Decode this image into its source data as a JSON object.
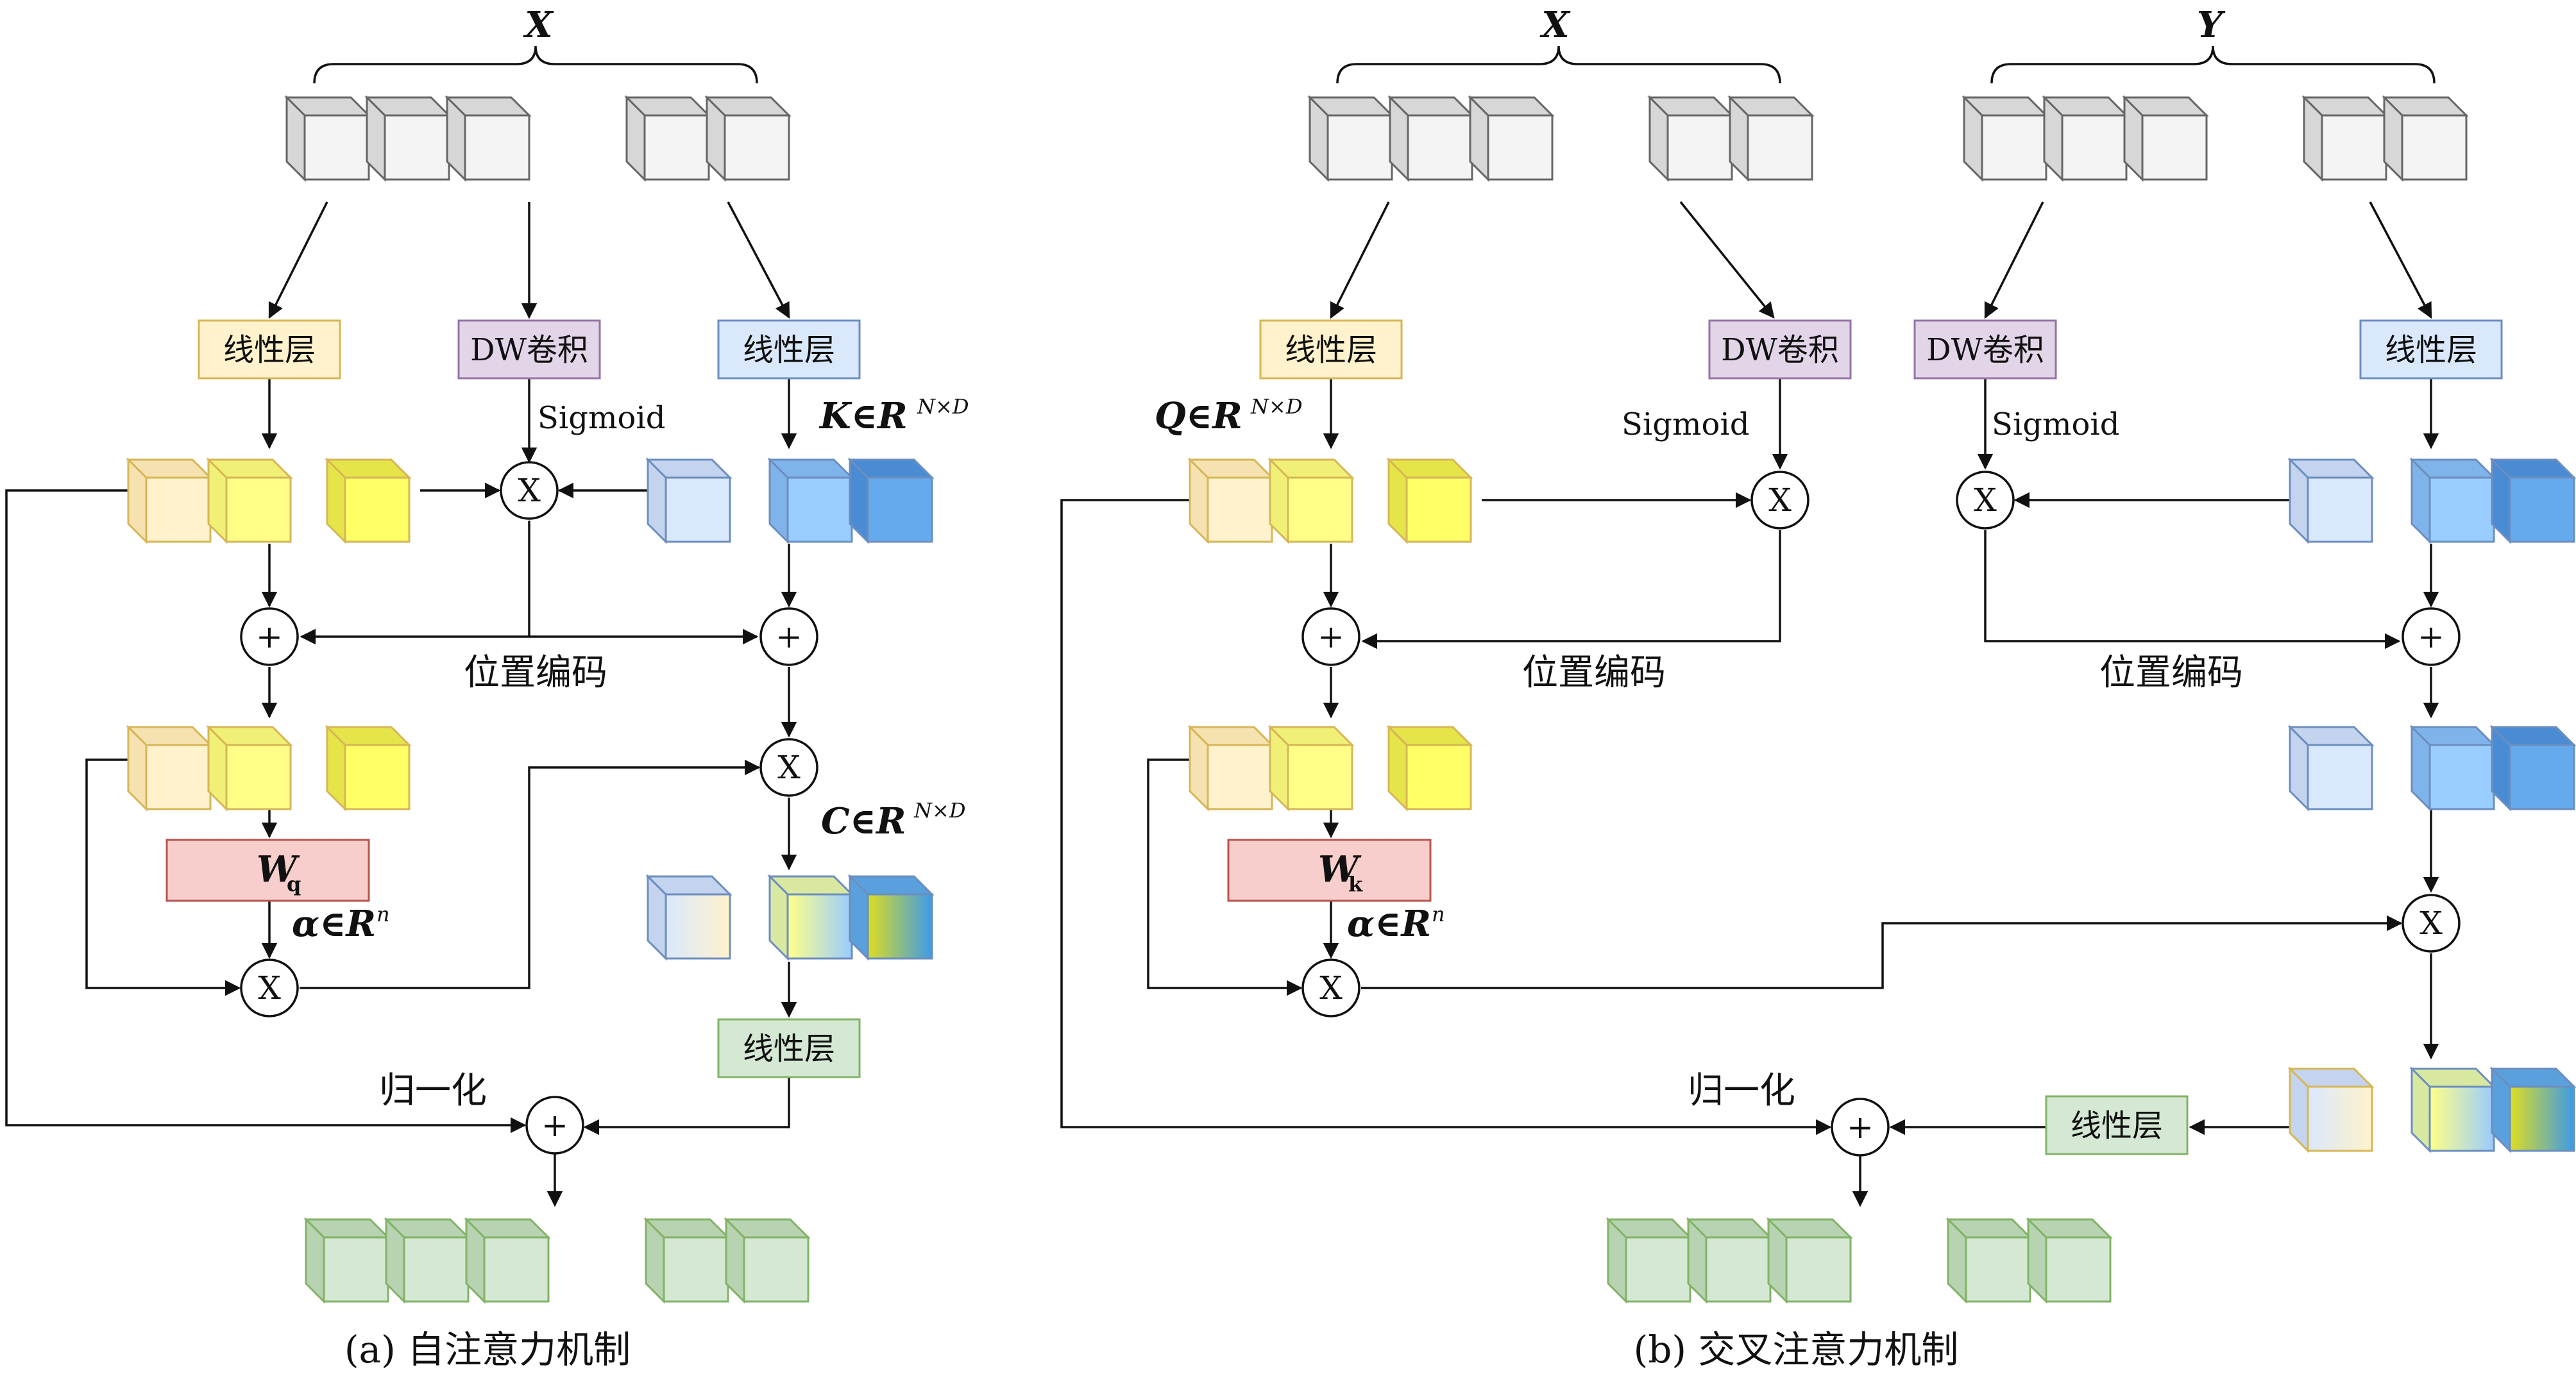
{
  "panel_a": {
    "input_label": "X",
    "box_linear_left": "线性层",
    "box_dw": "DW卷积",
    "box_linear_right": "线性层",
    "sigmoid": "Sigmoid",
    "K_label": "K∈R",
    "K_sup": "N×D",
    "posenc": "位置编码",
    "C_label": "C∈R",
    "C_sup": "N×D",
    "W_label": "W",
    "W_sub": "q",
    "alpha_label": "α∈R",
    "alpha_sup": "n",
    "box_linear_bottom": "线性层",
    "norm": "归一化",
    "caption": "(a) 自注意力机制"
  },
  "panel_b": {
    "input_label_x": "X",
    "input_label_y": "Y",
    "box_linear_left": "线性层",
    "box_dw_x": "DW卷积",
    "box_dw_y": "DW卷积",
    "box_linear_right": "线性层",
    "Q_label": "Q∈R",
    "Q_sup": "N×D",
    "sigmoid_x": "Sigmoid",
    "sigmoid_y": "Sigmoid",
    "posenc_left": "位置编码",
    "posenc_right": "位置编码",
    "W_label": "W",
    "W_sub": "k",
    "alpha_label": "α∈R",
    "alpha_sup": "n",
    "box_linear_bottom": "线性层",
    "norm": "归一化",
    "caption": "(b) 交叉注意力机制"
  },
  "op_symbols": {
    "mul": "X",
    "add": "+"
  },
  "colors": {
    "gray_face": "#f4f4f4",
    "gray_side": "#d7d7d7",
    "gray_stroke": "#666666",
    "yellow_light": "#fff2cc",
    "yellow": "#ffff88",
    "yellow_stroke": "#d6b656",
    "blue_light": "#dae8fc",
    "blue": "#99ccff",
    "blue_dark": "#66aaee",
    "blue_stroke": "#6c8ebf",
    "green": "#d5e8d4",
    "green_stroke": "#82b366",
    "purple": "#e1d5e7",
    "purple_stroke": "#9673a6",
    "red": "#f8cecc",
    "red_stroke": "#b85450"
  }
}
